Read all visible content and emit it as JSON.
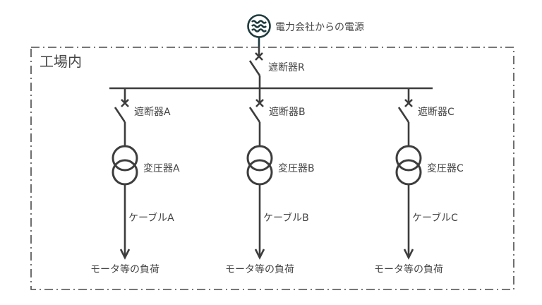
{
  "diagram": {
    "title": "電力系統単線結線図",
    "area_label": "工場内",
    "source": {
      "label": "電力会社からの電源",
      "icon": "ac-power-source-icon",
      "color": "#1e3b3e"
    },
    "main_breaker": {
      "label": "遮断器R"
    },
    "branches": [
      {
        "id": "A",
        "breaker": "遮断器A",
        "transformer": "変圧器A",
        "cable": "ケーブルA",
        "load": "モータ等の負荷"
      },
      {
        "id": "B",
        "breaker": "遮断器B",
        "transformer": "変圧器B",
        "cable": "ケーブルB",
        "load": "モータ等の負荷"
      },
      {
        "id": "C",
        "breaker": "遮断器C",
        "transformer": "変圧器C",
        "cable": "ケーブルC",
        "load": "モータ等の負荷"
      }
    ],
    "colors": {
      "line": "#3d3d3d",
      "text": "#444444",
      "source": "#1e3b3e"
    }
  }
}
